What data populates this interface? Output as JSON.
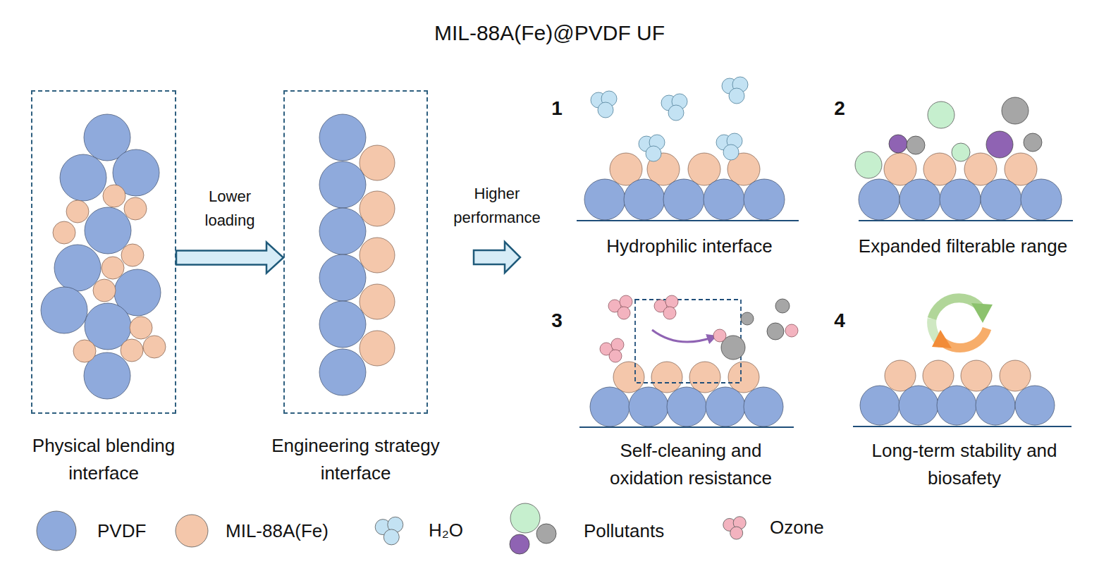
{
  "diagram": {
    "title": "MIL-88A(Fe)@PVDF UF",
    "nodes": [
      {
        "text": [
          "Physical blending interface"
        ]
      },
      {
        "text": [
          "Engineering strategy interface"
        ]
      }
    ],
    "edges": [
      {
        "from": 0,
        "to": 1,
        "label": "Lower loading",
        "arrow": "to"
      }
    ],
    "labels": [
      "Higher performance",
      "1",
      "Hydrophilic interface",
      "2",
      "Expanded filterable range",
      "3",
      "Self-cleaning and oxidation resistance",
      "4",
      "Long-term stability and biosafety"
    ],
    "legend": [
      {
        "text": "PVDF",
        "color": "#8faadc"
      },
      {
        "text": "MIL-88A(Fe)",
        "color": "#f4c7ab"
      },
      {
        "text": "H₂O",
        "color": "#c3e2f3"
      },
      {
        "text": "Pollutants"
      },
      {
        "text": "Ozone",
        "color": "#f3b3bf"
      }
    ]
  }
}
